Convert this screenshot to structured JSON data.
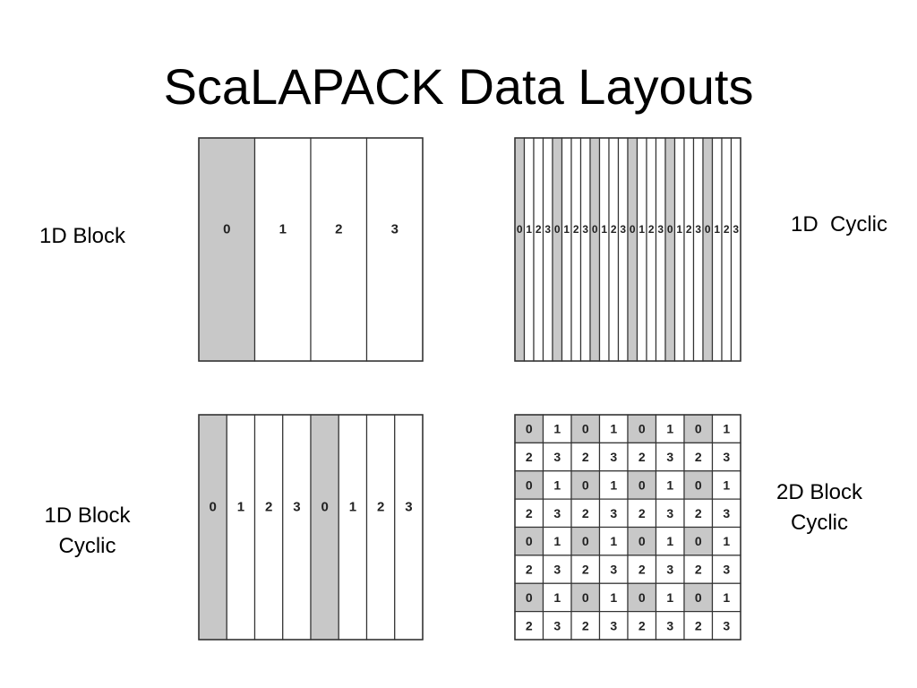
{
  "slide": {
    "title": "ScaLAPACK Data Layouts"
  },
  "layouts": [
    {
      "id": "block-1d",
      "label": "1D Block",
      "columns": [
        "0",
        "1",
        "2",
        "3"
      ],
      "shaded": [
        "0"
      ]
    },
    {
      "id": "cyclic-1d",
      "label": "1D  Cyclic",
      "columns": [
        "0",
        "1",
        "2",
        "3",
        "0",
        "1",
        "2",
        "3",
        "0",
        "1",
        "2",
        "3",
        "0",
        "1",
        "2",
        "3",
        "0",
        "1",
        "2",
        "3",
        "0",
        "1",
        "2",
        "3"
      ],
      "shaded": [
        "0"
      ]
    },
    {
      "id": "block-cyclic-1d",
      "label": "1D Block\nCyclic",
      "columns": [
        "0",
        "1",
        "2",
        "3",
        "0",
        "1",
        "2",
        "3"
      ],
      "shaded": [
        "0"
      ]
    },
    {
      "id": "block-cyclic-2d",
      "label": "2D Block\nCyclic",
      "grid": [
        [
          "0",
          "1",
          "0",
          "1",
          "0",
          "1",
          "0",
          "1"
        ],
        [
          "2",
          "3",
          "2",
          "3",
          "2",
          "3",
          "2",
          "3"
        ],
        [
          "0",
          "1",
          "0",
          "1",
          "0",
          "1",
          "0",
          "1"
        ],
        [
          "2",
          "3",
          "2",
          "3",
          "2",
          "3",
          "2",
          "3"
        ],
        [
          "0",
          "1",
          "0",
          "1",
          "0",
          "1",
          "0",
          "1"
        ],
        [
          "2",
          "3",
          "2",
          "3",
          "2",
          "3",
          "2",
          "3"
        ],
        [
          "0",
          "1",
          "0",
          "1",
          "0",
          "1",
          "0",
          "1"
        ],
        [
          "2",
          "3",
          "2",
          "3",
          "2",
          "3",
          "2",
          "3"
        ]
      ],
      "shaded": [
        "0"
      ]
    }
  ],
  "colors": {
    "shaded": "#c8c8c8",
    "line": "#333333",
    "background": "#ffffff"
  }
}
